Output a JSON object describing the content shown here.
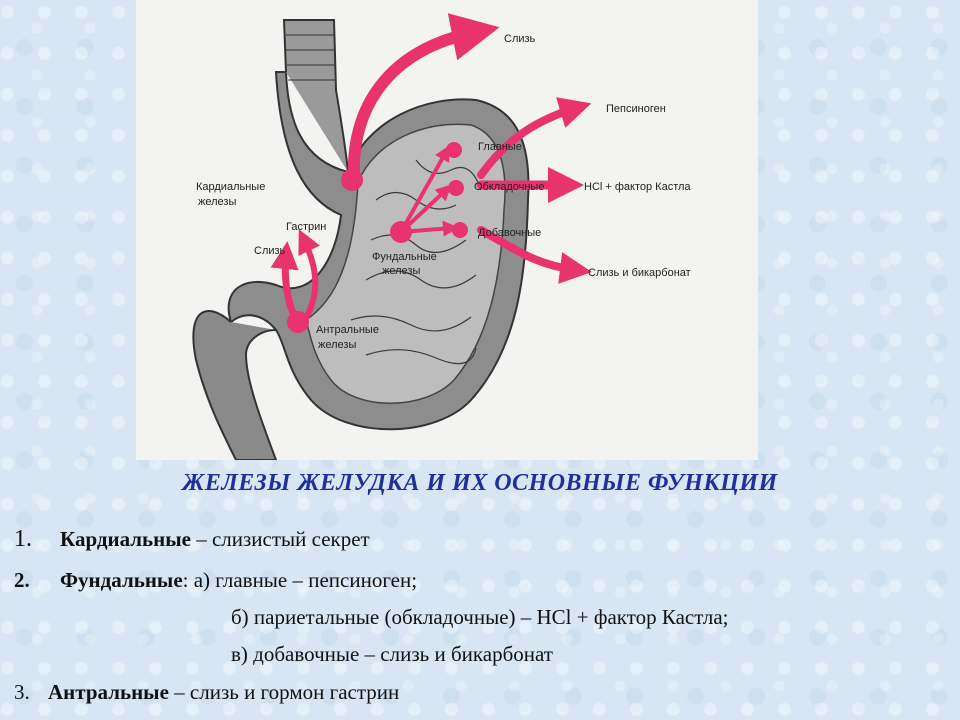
{
  "diagram": {
    "labels": {
      "mucus_top": "Слизь",
      "pepsinogen": "Пепсиноген",
      "chief": "Главные",
      "hcl": "HCl + фактор Кастла",
      "parietal": "Обкладочные",
      "accessory": "Добавочные",
      "mucus_bicarb": "Слизь и бикарбонат",
      "cardiac_1": "Кардиальные",
      "cardiac_2": "железы",
      "gastrin": "Гастрин",
      "mucus_left": "Слизь",
      "fundal_1": "Фундальные",
      "fundal_2": "железы",
      "antral_1": "Антральные",
      "antral_2": "железы"
    }
  },
  "title": "ЖЕЛЕЗЫ ЖЕЛУДКА И ИХ ОСНОВНЫЕ ФУНКЦИИ",
  "items": {
    "i1": {
      "num": "1.",
      "name": "Кардиальные",
      "text": " – слизистый секрет"
    },
    "i2": {
      "num": "2.",
      "name": "Фундальные",
      "text": ": а)  главные – пепсиноген;"
    },
    "i2b": {
      "text": "б)  париетальные (обкладочные) –  HCl + фактор Кастла;"
    },
    "i2c": {
      "text": "в)  добавочные – слизь и бикарбонат"
    },
    "i3": {
      "num": "3.",
      "name": "Антральные",
      "text": " – слизь и гормон гастрин"
    }
  },
  "colors": {
    "arrow": "#e8336f",
    "title": "#1f2f9c",
    "background": "#d7e6f2"
  }
}
